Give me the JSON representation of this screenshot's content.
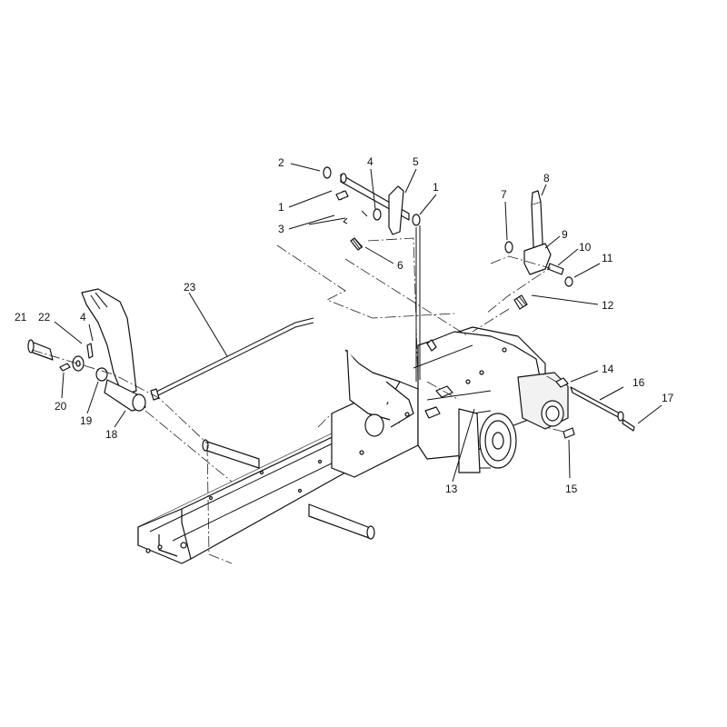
{
  "callouts": [
    {
      "id": "c1a",
      "text": "1"
    },
    {
      "id": "c1b",
      "text": "1"
    },
    {
      "id": "c2",
      "text": "2"
    },
    {
      "id": "c3",
      "text": "3"
    },
    {
      "id": "c4a",
      "text": "4"
    },
    {
      "id": "c4b",
      "text": "4"
    },
    {
      "id": "c5",
      "text": "5"
    },
    {
      "id": "c6",
      "text": "6"
    },
    {
      "id": "c7",
      "text": "7"
    },
    {
      "id": "c8",
      "text": "8"
    },
    {
      "id": "c9",
      "text": "9"
    },
    {
      "id": "c10",
      "text": "10"
    },
    {
      "id": "c11",
      "text": "11"
    },
    {
      "id": "c12",
      "text": "12"
    },
    {
      "id": "c13",
      "text": "13"
    },
    {
      "id": "c14",
      "text": "14"
    },
    {
      "id": "c15",
      "text": "15"
    },
    {
      "id": "c16",
      "text": "16"
    },
    {
      "id": "c17",
      "text": "17"
    },
    {
      "id": "c18",
      "text": "18"
    },
    {
      "id": "c19",
      "text": "19"
    },
    {
      "id": "c20",
      "text": "20"
    },
    {
      "id": "c21",
      "text": "21"
    },
    {
      "id": "c22",
      "text": "22"
    },
    {
      "id": "c23",
      "text": "23"
    }
  ]
}
